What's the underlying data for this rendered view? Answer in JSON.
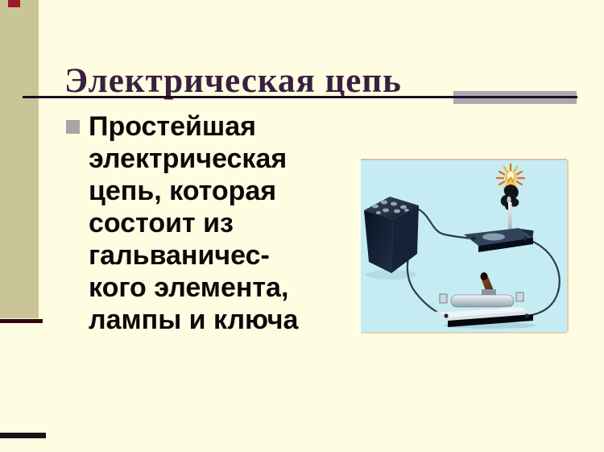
{
  "slide": {
    "title": "Электрическая цепь",
    "bullet": {
      "marker": "square",
      "lines": [
        "Простейшая",
        "электрическая",
        "цепь, которая",
        "состоит из",
        "гальваничес-",
        "кого элемента,",
        "лампы и ключа"
      ]
    },
    "photo": {
      "description": "Простейшая электрическая цепь: гальванический элемент, лампа и ключ"
    },
    "colors": {
      "background": "#FEFDE2",
      "left_band": "#C9C596",
      "accent_red": "#9E1A28",
      "band_underline": "#2E050F",
      "title": "#3A1F3F",
      "title_rule": "#200A22",
      "gray_bar": "#A9A9B1",
      "bullet_square": "#A6A6A6",
      "body_text": "#0A0A0A",
      "photo_background": "#C4ECF2",
      "lamp_glow": "#E8681C"
    }
  }
}
